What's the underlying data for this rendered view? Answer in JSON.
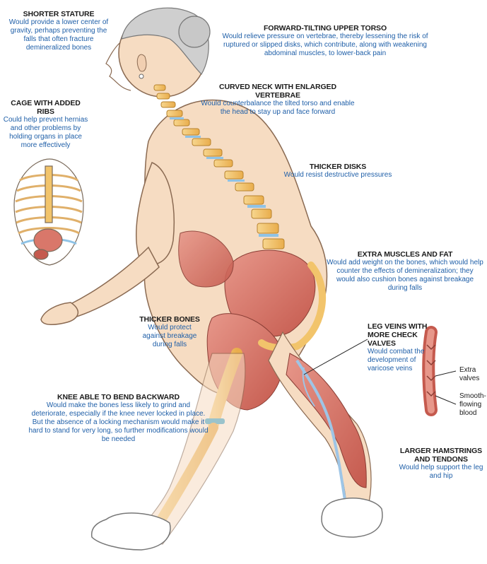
{
  "annotations": {
    "shorter_stature": {
      "title": "SHORTER STATURE",
      "body": "Would provide a lower center of gravity, perhaps preventing the falls that often fracture demineralized bones"
    },
    "forward_tilting": {
      "title": "FORWARD-TILTING UPPER TORSO",
      "body": "Would relieve pressure on vertebrae, thereby lessening the risk of ruptured or slipped disks, which contribute, along with weakening abdominal muscles, to lower-back pain"
    },
    "curved_neck": {
      "title": "CURVED NECK WITH ENLARGED VERTEBRAE",
      "body": "Would counterbalance the tilted torso and enable the head to stay up and face forward"
    },
    "cage_ribs": {
      "title": "CAGE WITH ADDED RIBS",
      "body": "Could help prevent hernias and other problems by holding organs in place more effectively"
    },
    "thicker_disks": {
      "title": "THICKER DISKS",
      "body": "Would resist destructive pressures"
    },
    "extra_muscles": {
      "title": "EXTRA MUSCLES AND FAT",
      "body": "Would add weight on the bones, which would help counter the effects of demineralization; they would also cushion bones against breakage during falls"
    },
    "thicker_bones": {
      "title": "THICKER BONES",
      "body": "Would protect against breakage during falls"
    },
    "leg_veins": {
      "title": "LEG VEINS WITH MORE CHECK VALVES",
      "body": "Would combat the development of varicose veins"
    },
    "knee": {
      "title": "KNEE ABLE TO BEND BACKWARD",
      "body": "Would make the bones less likely to grind and deteriorate, especially if the knee never locked in place. But the absence of a locking mechanism would make it hard to stand for very long, so further modifications would be needed"
    },
    "hamstrings": {
      "title": "LARGER HAMSTRINGS AND TENDONS",
      "body": "Would help support the leg and hip"
    },
    "vein_labels": {
      "extra_valves": "Extra valves",
      "smooth_blood": "Smooth-flowing blood"
    }
  },
  "colors": {
    "skin": "#f6dcc2",
    "skin_outline": "#8a6a52",
    "bone": "#f2c46b",
    "muscle": "#d9776a",
    "vein": "#9ec5e6",
    "heading": "#1b1b1b",
    "body_text": "#1f5fa8"
  }
}
